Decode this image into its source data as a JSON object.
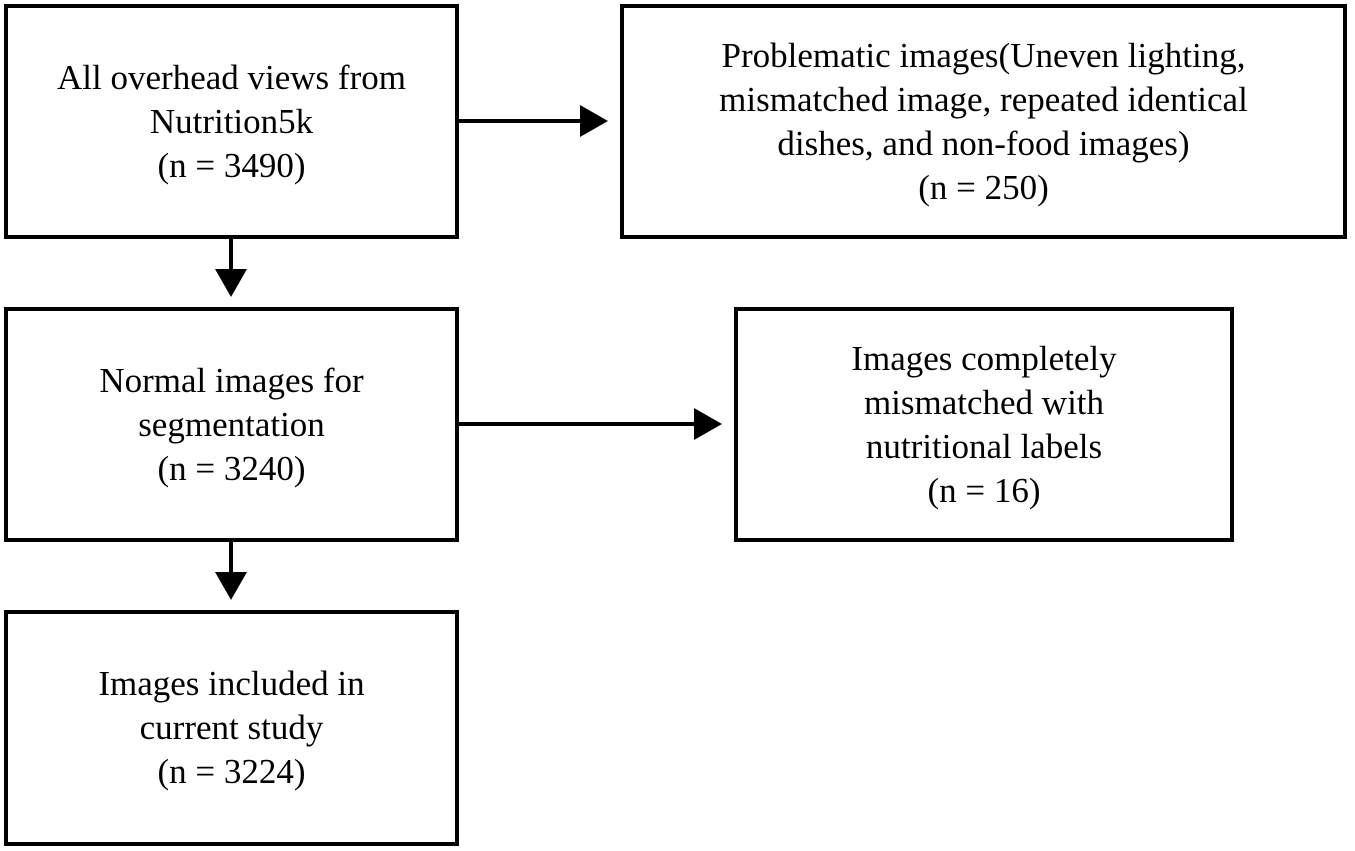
{
  "nodes": {
    "all_overhead": {
      "lines": [
        "All overhead views from",
        "Nutrition5k",
        "(n = 3490)"
      ]
    },
    "problematic": {
      "lines": [
        "Problematic images(Uneven lighting,",
        "mismatched image, repeated identical",
        "dishes, and non-food images)",
        "(n = 250)"
      ]
    },
    "normal": {
      "lines": [
        "Normal images for",
        "segmentation",
        "(n = 3240)"
      ]
    },
    "mismatched": {
      "lines": [
        "Images completely",
        "mismatched with",
        "nutritional labels",
        "(n = 16)"
      ]
    },
    "included": {
      "lines": [
        "Images included in",
        "current study",
        "(n = 3224)"
      ]
    }
  },
  "edges": [
    {
      "from": "all_overhead",
      "to": "problematic"
    },
    {
      "from": "all_overhead",
      "to": "normal"
    },
    {
      "from": "normal",
      "to": "mismatched"
    },
    {
      "from": "normal",
      "to": "included"
    }
  ]
}
